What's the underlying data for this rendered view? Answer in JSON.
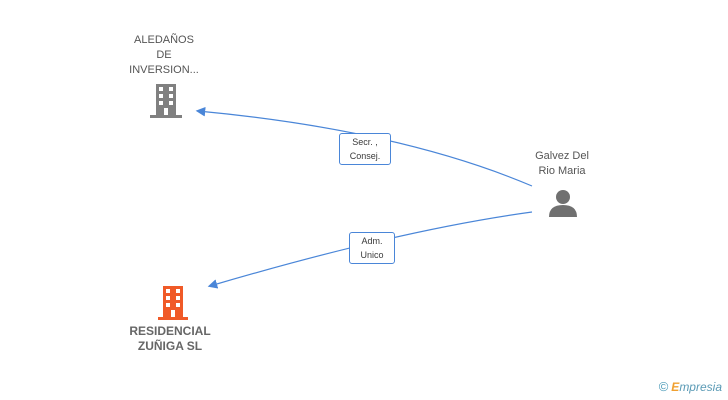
{
  "nodes": {
    "company_1": {
      "lines": [
        "ALEDAÑOS",
        "DE",
        "INVERSION..."
      ]
    },
    "company_2": {
      "lines": [
        "RESIDENCIAL",
        "ZUÑIGA SL"
      ]
    },
    "person": {
      "lines": [
        "Galvez Del",
        "Rio Maria"
      ]
    }
  },
  "edges": [
    {
      "from": "person",
      "to": "company_1",
      "role_lines": [
        "Secr. ,",
        "Consej."
      ]
    },
    {
      "from": "person",
      "to": "company_2",
      "role_lines": [
        "Adm.",
        "Unico"
      ]
    }
  ],
  "colors": {
    "edge": "#4a86d8",
    "company_icon": "#808080",
    "highlight_icon": "#f05a28",
    "person_icon": "#707070"
  },
  "watermark": {
    "symbol": "©",
    "brand_initial": "E",
    "brand_rest": "mpresia"
  }
}
